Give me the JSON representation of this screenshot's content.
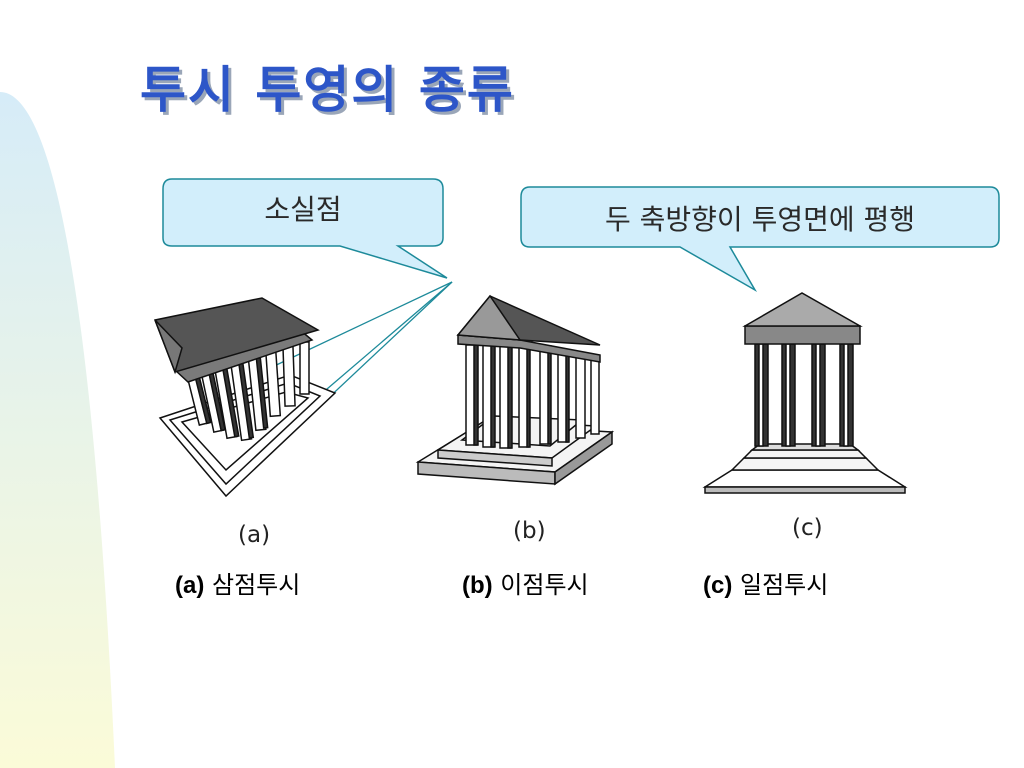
{
  "title": "투시 투영의 종류",
  "callouts": {
    "vanishing_point": "소실점",
    "parallel_axes": "두 축방향이 투영면에 평행"
  },
  "figures": [
    {
      "letter": "(a)",
      "caption_label": "(a)",
      "caption_text": "삼점투시"
    },
    {
      "letter": "(b)",
      "caption_label": "(b)",
      "caption_text": "이점투시"
    },
    {
      "letter": "(c)",
      "caption_label": "(c)",
      "caption_text": "일점투시"
    }
  ],
  "colors": {
    "title": "#2d56c8",
    "callout_fill": "#d2eefb",
    "callout_stroke": "#1d8a9a",
    "sidebar_top": "#d6ecf8",
    "sidebar_bottom": "#fbfbd8"
  }
}
